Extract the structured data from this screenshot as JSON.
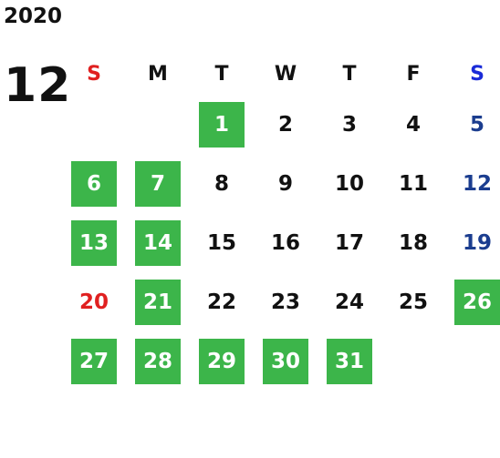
{
  "year": "2020",
  "month": "12",
  "weekdays": [
    {
      "label": "S",
      "kind": "sun"
    },
    {
      "label": "M",
      "kind": "normal"
    },
    {
      "label": "T",
      "kind": "normal"
    },
    {
      "label": "W",
      "kind": "normal"
    },
    {
      "label": "T",
      "kind": "normal"
    },
    {
      "label": "F",
      "kind": "normal"
    },
    {
      "label": "S",
      "kind": "sat"
    }
  ],
  "colors": {
    "highlight": "#3cb54a",
    "sunday": "#e02020",
    "saturday_header": "#1a2bd8",
    "saturday": "#1b3d8f",
    "text": "#111111"
  },
  "weeks": [
    [
      {
        "day": "",
        "style": "empty"
      },
      {
        "day": "",
        "style": "empty"
      },
      {
        "day": "1",
        "style": "green"
      },
      {
        "day": "2",
        "style": "normal"
      },
      {
        "day": "3",
        "style": "normal"
      },
      {
        "day": "4",
        "style": "normal"
      },
      {
        "day": "5",
        "style": "blue"
      }
    ],
    [
      {
        "day": "6",
        "style": "green"
      },
      {
        "day": "7",
        "style": "green"
      },
      {
        "day": "8",
        "style": "normal"
      },
      {
        "day": "9",
        "style": "normal"
      },
      {
        "day": "10",
        "style": "normal"
      },
      {
        "day": "11",
        "style": "normal"
      },
      {
        "day": "12",
        "style": "blue"
      }
    ],
    [
      {
        "day": "13",
        "style": "green"
      },
      {
        "day": "14",
        "style": "green"
      },
      {
        "day": "15",
        "style": "normal"
      },
      {
        "day": "16",
        "style": "normal"
      },
      {
        "day": "17",
        "style": "normal"
      },
      {
        "day": "18",
        "style": "normal"
      },
      {
        "day": "19",
        "style": "blue"
      }
    ],
    [
      {
        "day": "20",
        "style": "red"
      },
      {
        "day": "21",
        "style": "green"
      },
      {
        "day": "22",
        "style": "normal"
      },
      {
        "day": "23",
        "style": "normal"
      },
      {
        "day": "24",
        "style": "normal"
      },
      {
        "day": "25",
        "style": "normal"
      },
      {
        "day": "26",
        "style": "green"
      }
    ],
    [
      {
        "day": "27",
        "style": "green"
      },
      {
        "day": "28",
        "style": "green"
      },
      {
        "day": "29",
        "style": "green"
      },
      {
        "day": "30",
        "style": "green"
      },
      {
        "day": "31",
        "style": "green"
      },
      {
        "day": "",
        "style": "empty"
      },
      {
        "day": "",
        "style": "empty"
      }
    ]
  ]
}
